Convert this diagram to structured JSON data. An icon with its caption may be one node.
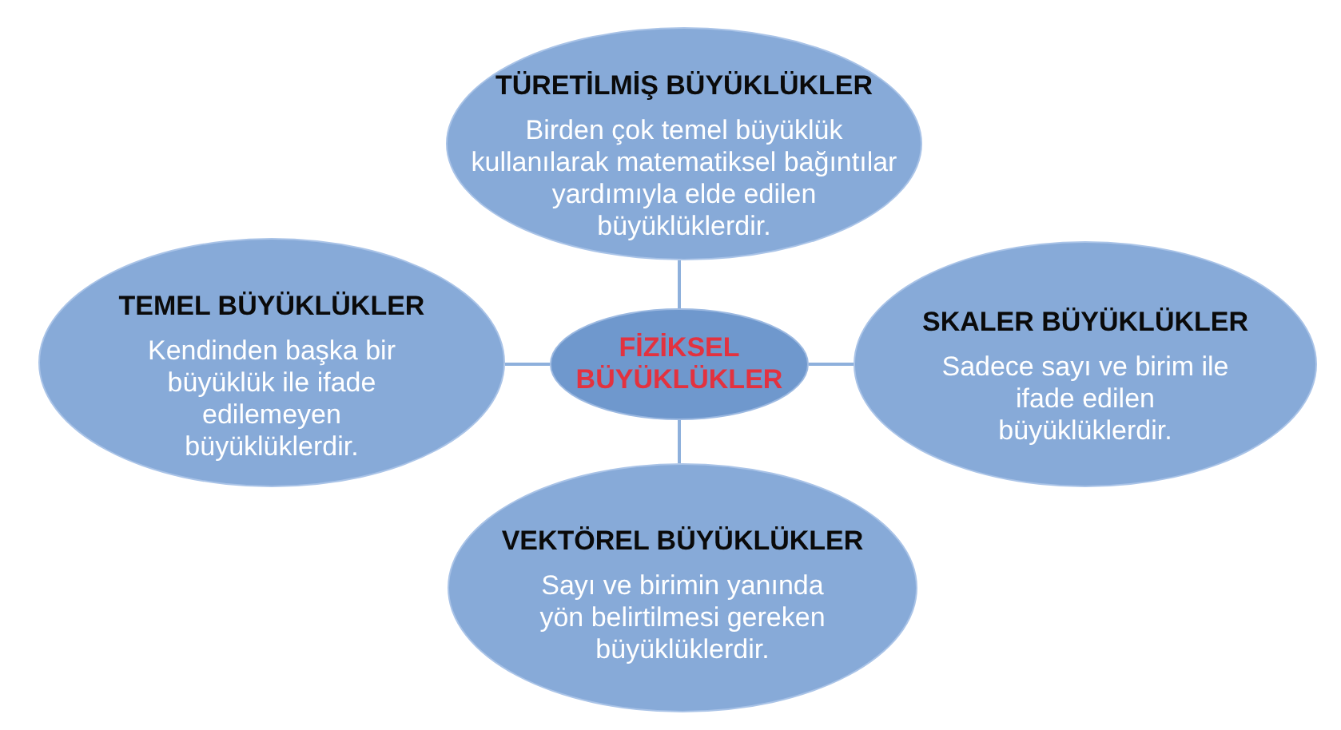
{
  "diagram": {
    "nodes": [
      {
        "text": [
          "TÜRETİLMİŞ BÜYÜKLÜKLER",
          "Birden çok temel büyüklük kullanılarak matematiksel bağıntılar yardımıyla elde edilen büyüklüklerdir."
        ]
      },
      {
        "text": [
          "TEMEL BÜYÜKLÜKLER",
          "Kendinden başka bir büyüklük ile ifade edilemeyen büyüklüklerdir."
        ]
      },
      {
        "text": [
          "FİZİKSEL BÜYÜKLÜKLER"
        ]
      },
      {
        "text": [
          "SKALER BÜYÜKLÜKLER",
          "Sadece sayı ve birim ile ifade edilen büyüklüklerdir."
        ]
      },
      {
        "text": [
          "VEKTÖREL BÜYÜKLÜKLER",
          "Sayı ve birimin yanında yön belirtilmesi gereken büyüklüklerdir."
        ]
      }
    ],
    "edges": [
      {
        "from": 2,
        "to": 0,
        "arrow": "none"
      },
      {
        "from": 2,
        "to": 1,
        "arrow": "none"
      },
      {
        "from": 2,
        "to": 3,
        "arrow": "none"
      },
      {
        "from": 2,
        "to": 4,
        "arrow": "none"
      }
    ]
  }
}
